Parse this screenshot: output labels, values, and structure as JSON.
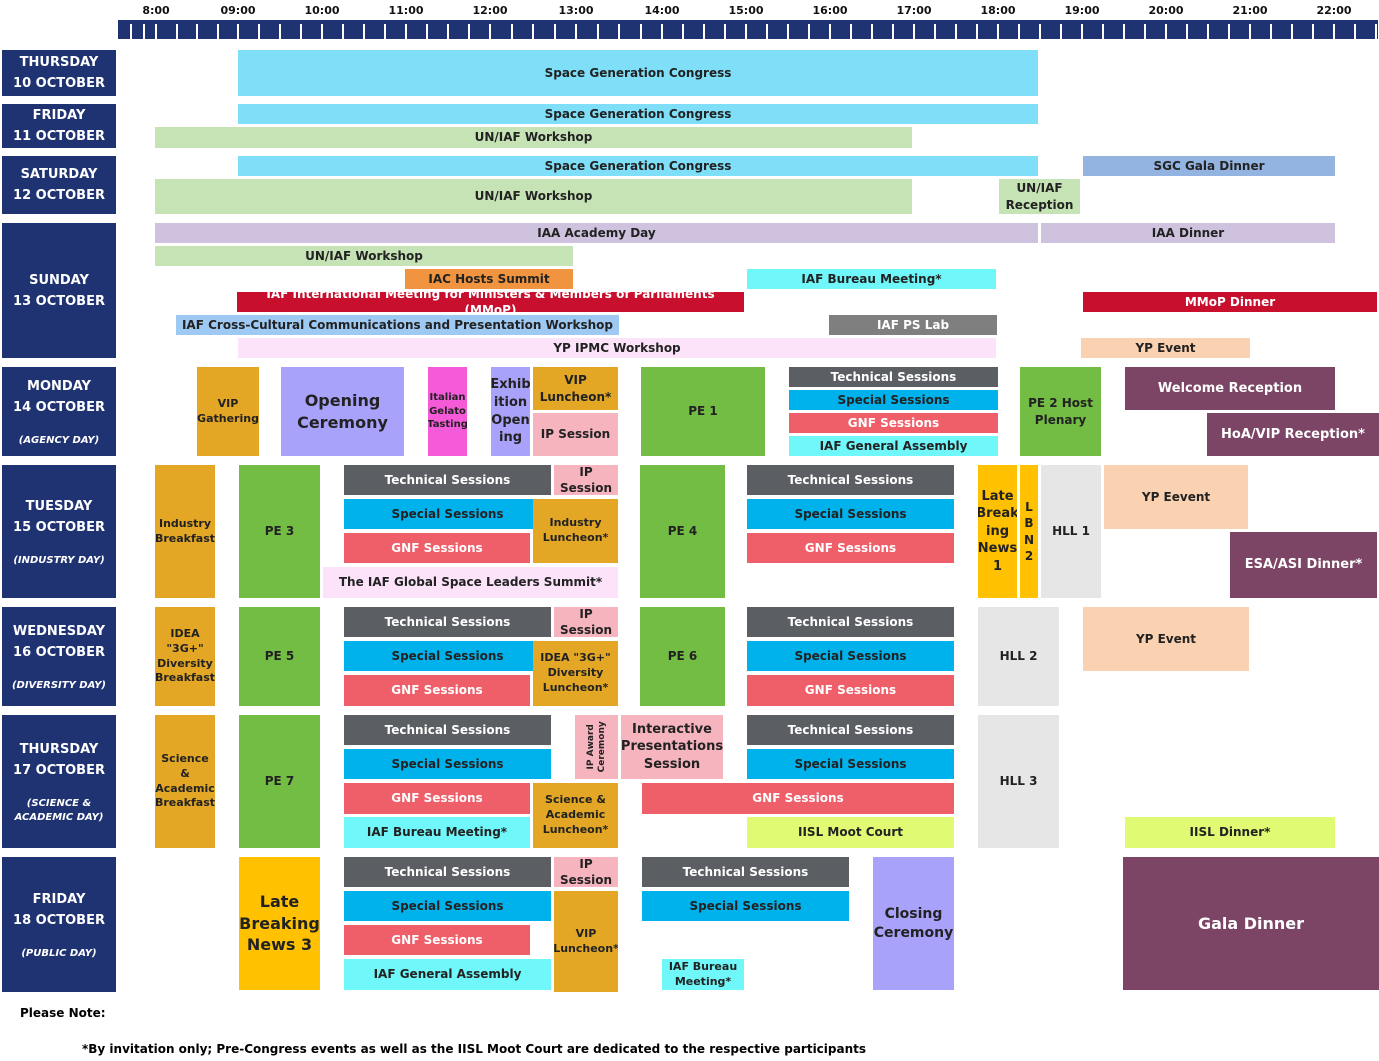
{
  "hours": [
    "8:00",
    "09:00",
    "10:00",
    "11:00",
    "12:00",
    "13:00",
    "14:00",
    "15:00",
    "16:00",
    "17:00",
    "18:00",
    "19:00",
    "20:00",
    "21:00",
    "22:00"
  ],
  "colors": {
    "header_bg": "#1f3372",
    "congress": "#7fdff8",
    "workshop": "#c6e3b5",
    "sgc_dinner": "#93b3e0",
    "iaa": "#cfc2de",
    "hosts": "#f0943f",
    "bureau": "#6ff7f9",
    "mmop": "#c8102e",
    "cross": "#9dc9f3",
    "gray": "#7f7f7f",
    "ipmc": "#fce3fa",
    "yp": "#fad2b1",
    "gold": "#e3a725",
    "lavender": "#a9a2fa",
    "magenta": "#f55bd8",
    "pink": "#f5b4be",
    "green": "#74bd44",
    "darkgray": "#5b5e63",
    "cyan": "#00b2ec",
    "salmon": "#ef5f6a",
    "plum": "#7c4566",
    "lightgray": "#e6e6e6",
    "yellow": "#ffc100",
    "lime": "#e0fb73",
    "white": "#ffffff"
  },
  "days": [
    {
      "name": "THURSDAY",
      "date": "10 OCTOBER",
      "note": ""
    },
    {
      "name": "FRIDAY",
      "date": "11 OCTOBER",
      "note": ""
    },
    {
      "name": "SATURDAY",
      "date": "12 OCTOBER",
      "note": ""
    },
    {
      "name": "SUNDAY",
      "date": "13 OCTOBER",
      "note": ""
    },
    {
      "name": "MONDAY",
      "date": "14 OCTOBER",
      "note": "(AGENCY DAY)"
    },
    {
      "name": "TUESDAY",
      "date": "15 OCTOBER",
      "note": "(INDUSTRY DAY)"
    },
    {
      "name": "WEDNESDAY",
      "date": "16 OCTOBER",
      "note": "(DIVERSITY DAY)"
    },
    {
      "name": "THURSDAY",
      "date": "17 OCTOBER",
      "note": "(SCIENCE & ACADEMIC DAY)"
    },
    {
      "name": "FRIDAY",
      "date": "18 OCTOBER",
      "note": "(PUBLIC DAY)"
    }
  ],
  "events": [
    {
      "label": "Space Generation Congress",
      "color": "congress",
      "interactable": true
    },
    {
      "label": "Space Generation Congress",
      "color": "congress",
      "interactable": true
    },
    {
      "label": "UN/IAF Workshop",
      "color": "workshop",
      "interactable": true
    },
    {
      "label": "Space Generation Congress",
      "color": "congress",
      "interactable": true
    },
    {
      "label": "UN/IAF Workshop",
      "color": "workshop",
      "interactable": true
    },
    {
      "label": "UN/IAF Reception",
      "color": "workshop",
      "interactable": true
    },
    {
      "label": "SGC Gala Dinner",
      "color": "sgc_dinner",
      "interactable": true
    },
    {
      "label": "IAA Academy Day",
      "color": "iaa",
      "interactable": true
    },
    {
      "label": "IAA  Dinner",
      "color": "iaa",
      "interactable": true
    },
    {
      "label": "UN/IAF Workshop",
      "color": "workshop",
      "interactable": true
    },
    {
      "label": "IAC Hosts Summit",
      "color": "hosts",
      "interactable": true
    },
    {
      "label": "IAF Bureau Meeting*",
      "color": "bureau",
      "interactable": true
    },
    {
      "label": "IAF International Meeting for Ministers & Members of Parliaments (MMoP)",
      "color": "mmop",
      "interactable": true
    },
    {
      "label": "MMoP Dinner",
      "color": "mmop",
      "interactable": true
    },
    {
      "label": "IAF Cross-Cultural Communications and Presentation Workshop",
      "color": "cross",
      "interactable": true
    },
    {
      "label": "IAF PS Lab",
      "color": "gray",
      "interactable": true
    },
    {
      "label": "YP IPMC Workshop",
      "color": "ipmc",
      "interactable": true
    },
    {
      "label": "YP Event",
      "color": "yp",
      "interactable": true
    },
    {
      "label": "VIP Gathering",
      "color": "gold",
      "interactable": true
    },
    {
      "label": "Opening Ceremony",
      "color": "lavender",
      "interactable": true
    },
    {
      "label": "Italian Gelato Tasting",
      "color": "magenta",
      "interactable": true
    },
    {
      "label": "Exhib ition Open ing",
      "color": "lavender",
      "interactable": true
    },
    {
      "label": "VIP Luncheon*",
      "color": "gold",
      "interactable": true
    },
    {
      "label": "IP Session",
      "color": "pink",
      "interactable": true
    },
    {
      "label": "PE 1",
      "color": "green",
      "interactable": true
    },
    {
      "label": "Technical Sessions",
      "color": "darkgray",
      "interactable": true
    },
    {
      "label": "Special Sessions",
      "color": "cyan",
      "interactable": true
    },
    {
      "label": "GNF Sessions",
      "color": "salmon",
      "interactable": true
    },
    {
      "label": "IAF General Assembly",
      "color": "bureau",
      "interactable": true
    },
    {
      "label": "PE 2 Host Plenary",
      "color": "green",
      "interactable": true
    },
    {
      "label": "Welcome Reception",
      "color": "plum",
      "interactable": true
    },
    {
      "label": "HoA/VIP Reception*",
      "color": "plum",
      "interactable": true
    },
    {
      "label": "Industry Breakfast",
      "color": "gold",
      "interactable": true
    },
    {
      "label": "PE 3",
      "color": "green",
      "interactable": true
    },
    {
      "label": "Technical Sessions",
      "color": "darkgray",
      "interactable": true
    },
    {
      "label": "IP Session",
      "color": "pink",
      "interactable": true
    },
    {
      "label": "Special Sessions",
      "color": "cyan",
      "interactable": true
    },
    {
      "label": "Industry Luncheon*",
      "color": "gold",
      "interactable": true
    },
    {
      "label": "GNF Sessions",
      "color": "salmon",
      "interactable": true
    },
    {
      "label": "The IAF Global Space Leaders Summit*",
      "color": "ipmc",
      "interactable": true
    },
    {
      "label": "PE 4",
      "color": "green",
      "interactable": true
    },
    {
      "label": "Technical Sessions",
      "color": "darkgray",
      "interactable": true
    },
    {
      "label": "Special Sessions",
      "color": "cyan",
      "interactable": true
    },
    {
      "label": "GNF Sessions",
      "color": "salmon",
      "interactable": true
    },
    {
      "label": "Late Break ing News 1",
      "color": "yellow",
      "interactable": true
    },
    {
      "label": "L B N 2",
      "color": "yellow",
      "interactable": true
    },
    {
      "label": "HLL 1",
      "color": "lightgray",
      "interactable": true
    },
    {
      "label": "YP Eevent",
      "color": "yp",
      "interactable": true
    },
    {
      "label": "ESA/ASI Dinner*",
      "color": "plum",
      "interactable": true
    },
    {
      "label": "IDEA \"3G+\" Diversity Breakfast",
      "color": "gold",
      "interactable": true
    },
    {
      "label": "PE 5",
      "color": "green",
      "interactable": true
    },
    {
      "label": "Technical Sessions",
      "color": "darkgray",
      "interactable": true
    },
    {
      "label": "IP Session",
      "color": "pink",
      "interactable": true
    },
    {
      "label": "Special Sessions",
      "color": "cyan",
      "interactable": true
    },
    {
      "label": "IDEA \"3G+\" Diversity Luncheon*",
      "color": "gold",
      "interactable": true
    },
    {
      "label": "GNF Sessions",
      "color": "salmon",
      "interactable": true
    },
    {
      "label": "PE 6",
      "color": "green",
      "interactable": true
    },
    {
      "label": "Technical Sessions",
      "color": "darkgray",
      "interactable": true
    },
    {
      "label": "Special Sessions",
      "color": "cyan",
      "interactable": true
    },
    {
      "label": "GNF Sessions",
      "color": "salmon",
      "interactable": true
    },
    {
      "label": "HLL 2",
      "color": "lightgray",
      "interactable": true
    },
    {
      "label": "YP Event",
      "color": "yp",
      "interactable": true
    },
    {
      "label": "Science & Academic Breakfast",
      "color": "gold",
      "interactable": true
    },
    {
      "label": "PE 7",
      "color": "green",
      "interactable": true
    },
    {
      "label": "Technical Sessions",
      "color": "darkgray",
      "interactable": true
    },
    {
      "label": "IP Award Ceremony",
      "color": "pink",
      "interactable": true
    },
    {
      "label": "Interactive Presentations Session",
      "color": "pink",
      "interactable": true
    },
    {
      "label": "Technical Sessions",
      "color": "darkgray",
      "interactable": true
    },
    {
      "label": "Special Sessions",
      "color": "cyan",
      "interactable": true
    },
    {
      "label": "Special Sessions",
      "color": "cyan",
      "interactable": true
    },
    {
      "label": "GNF Sessions",
      "color": "salmon",
      "interactable": true
    },
    {
      "label": "Science & Academic Luncheon*",
      "color": "gold",
      "interactable": true
    },
    {
      "label": "GNF Sessions",
      "color": "salmon",
      "interactable": true
    },
    {
      "label": "IAF Bureau Meeting*",
      "color": "bureau",
      "interactable": true
    },
    {
      "label": "IISL  Moot Court",
      "color": "lime",
      "interactable": true
    },
    {
      "label": "IISL Dinner*",
      "color": "lime",
      "interactable": true
    },
    {
      "label": "HLL 3",
      "color": "lightgray",
      "interactable": true
    },
    {
      "label": "Late Breaking News 3",
      "color": "yellow",
      "interactable": true
    },
    {
      "label": "Technical Sessions",
      "color": "darkgray",
      "interactable": true
    },
    {
      "label": "IP Session",
      "color": "pink",
      "interactable": true
    },
    {
      "label": "Special Sessions",
      "color": "cyan",
      "interactable": true
    },
    {
      "label": "VIP Luncheon*",
      "color": "gold",
      "interactable": true
    },
    {
      "label": "GNF Sessions",
      "color": "salmon",
      "interactable": true
    },
    {
      "label": "IAF General Assembly",
      "color": "bureau",
      "interactable": true
    },
    {
      "label": "Technical Sessions",
      "color": "darkgray",
      "interactable": true
    },
    {
      "label": "Special Sessions",
      "color": "cyan",
      "interactable": true
    },
    {
      "label": "IAF Bureau Meeting*",
      "color": "bureau",
      "interactable": true
    },
    {
      "label": "Closing Ceremony",
      "color": "lavender",
      "interactable": true
    },
    {
      "label": "Gala Dinner",
      "color": "plum",
      "interactable": true
    }
  ],
  "notes": {
    "title": "Please Note:",
    "text": "*By invitation only; Pre-Congress events as well as the IISL Moot Court are dedicated to the respective participants"
  }
}
